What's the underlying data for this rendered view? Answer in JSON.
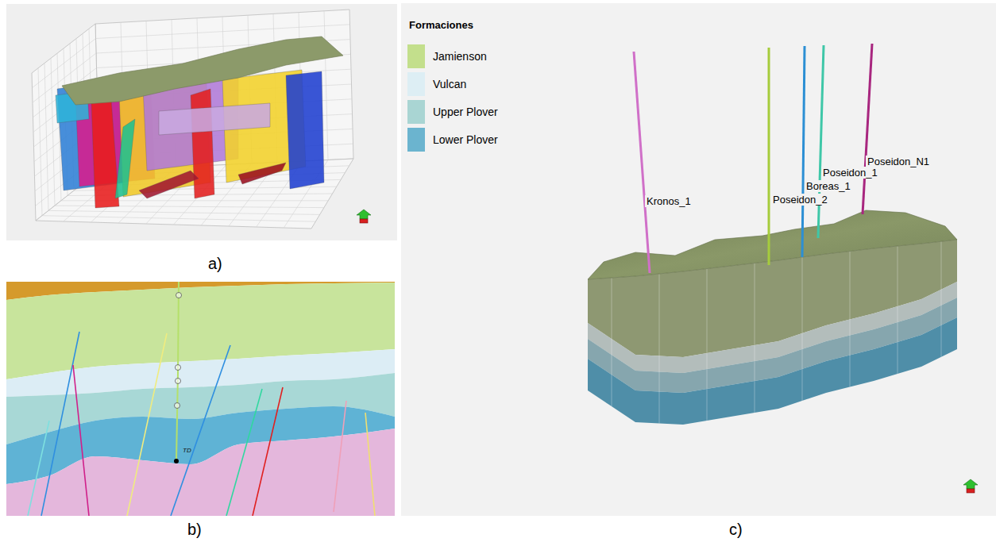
{
  "diagram": {
    "labels": [
      "a)",
      "b)",
      "c)",
      "Formaciones",
      "Kronos_1",
      "Poseidon_2",
      "Boreas_1",
      "Poseidon_1",
      "Poseidon_N1",
      "TD"
    ],
    "legend": [
      {
        "text": "Jamienson",
        "color": "#c3df8c"
      },
      {
        "text": "Vulcan",
        "color": "#ddeef4"
      },
      {
        "text": "Upper Plover",
        "color": "#a9d5d3"
      },
      {
        "text": "Lower Plover",
        "color": "#6bb4cf"
      }
    ]
  }
}
